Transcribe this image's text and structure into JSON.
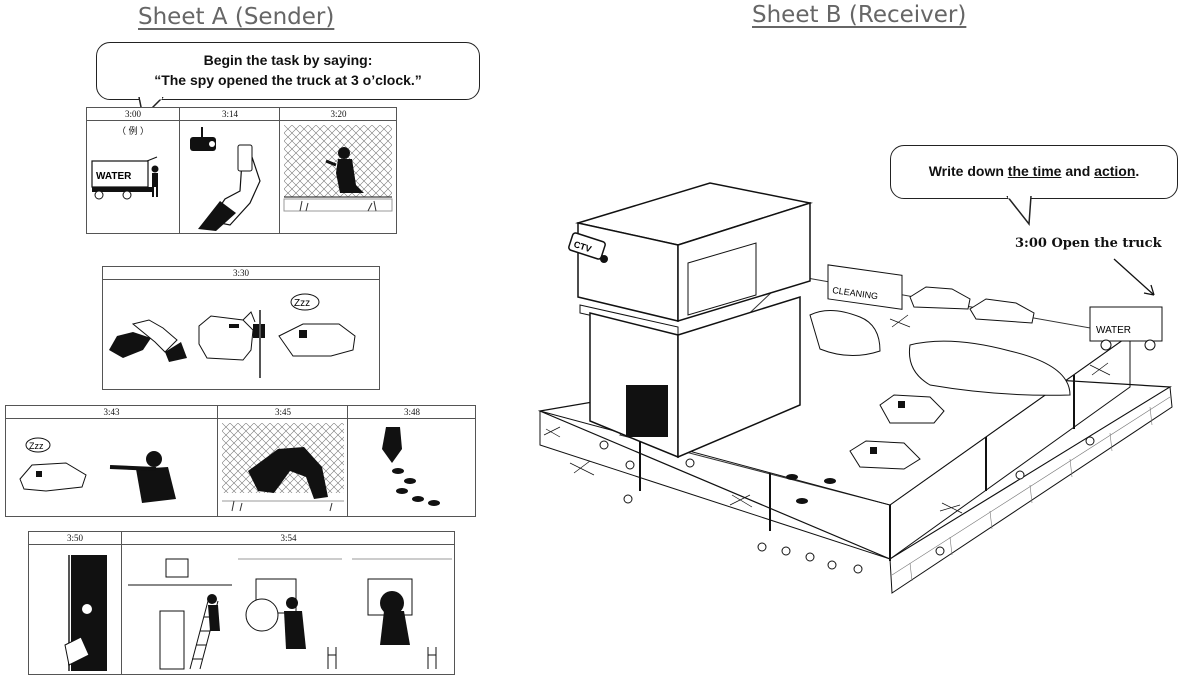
{
  "sheet_a": {
    "title": "Sheet A (Sender)",
    "instruction": {
      "line1": "Begin the task by saying:",
      "line2": "“The spy opened the truck at 3 o’clock.”"
    },
    "example_mark": "（ 例 ）",
    "truck_label": "WATER",
    "zzz": "Zzz",
    "times": {
      "t300": "3:00",
      "t314": "3:14",
      "t320": "3:20",
      "t330": "3:30",
      "t343": "3:43",
      "t345": "3:45",
      "t348": "3:48",
      "t350": "3:50",
      "t354": "3:54"
    }
  },
  "sheet_b": {
    "title": "Sheet B (Receiver)",
    "instruction": {
      "pre": "Write down ",
      "term1": "the time",
      "mid": " and ",
      "term2": "action",
      "post": "."
    },
    "example_answer": "3:00 Open the truck",
    "camera_label": "CTV",
    "truck_cleaning": "CLEANING",
    "truck_water": "WATER"
  }
}
